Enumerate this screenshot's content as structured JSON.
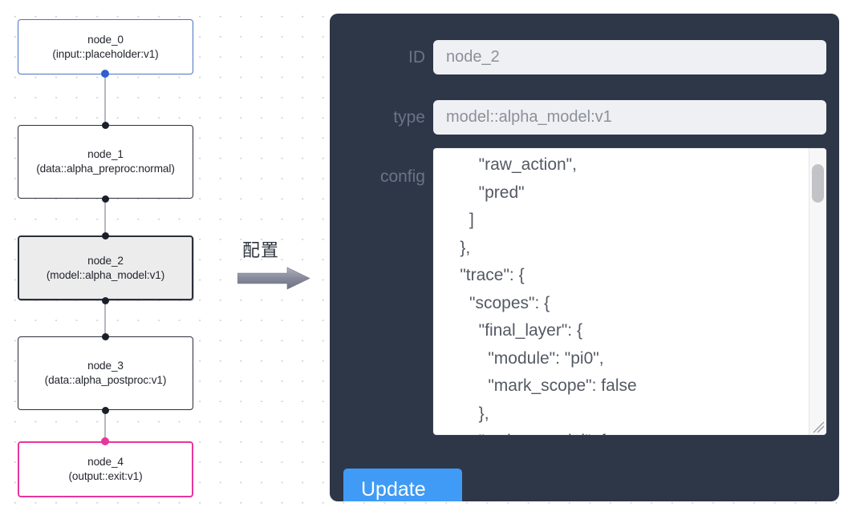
{
  "graph": {
    "nodes": [
      {
        "id": "node_0",
        "label": "node_0",
        "subtitle": "(input::placeholder:v1)",
        "kind": "input",
        "selected": false
      },
      {
        "id": "node_1",
        "label": "node_1",
        "subtitle": "(data::alpha_preproc:normal)",
        "kind": "default",
        "selected": false
      },
      {
        "id": "node_2",
        "label": "node_2",
        "subtitle": "(model::alpha_model:v1)",
        "kind": "default",
        "selected": true
      },
      {
        "id": "node_3",
        "label": "node_3",
        "subtitle": "(data::alpha_postproc:v1)",
        "kind": "default",
        "selected": false
      },
      {
        "id": "node_4",
        "label": "node_4",
        "subtitle": "(output::exit:v1)",
        "kind": "output",
        "selected": false
      }
    ],
    "accent_input": "#4a73c4",
    "accent_output": "#e8359b",
    "edge_color": "#b6b8bf"
  },
  "arrow": {
    "label": "配置",
    "icon": "right-arrow-icon",
    "color": "#8a8e99"
  },
  "panel": {
    "background": "#2e3748",
    "fields": {
      "id": {
        "label": "ID",
        "value": "node_2",
        "placeholder": "node_2"
      },
      "type": {
        "label": "type",
        "value": "model::alpha_model:v1",
        "placeholder": "model::alpha_model:v1"
      },
      "config": {
        "label": "config",
        "value": "        \"raw_action\",\n        \"pred\"\n      ]\n    },\n    \"trace\": {\n      \"scopes\": {\n        \"final_layer\": {\n          \"module\": \"pi0\",\n          \"mark_scope\": false\n        },\n        \"action_model\": {"
      }
    },
    "update_button": {
      "label": "Update",
      "color": "#3f9bf5"
    }
  },
  "watermark": {
    "lines": [
      "",
      "",
      "",
      "",
      ""
    ]
  }
}
